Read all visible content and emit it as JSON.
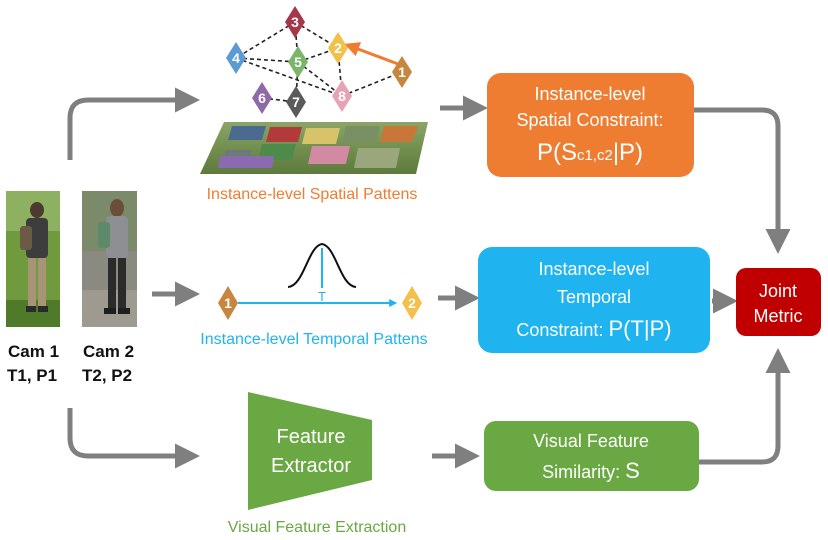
{
  "cameras": {
    "cam1": {
      "line1": "Cam 1",
      "line2": "T1, P1"
    },
    "cam2": {
      "line1": "Cam 2",
      "line2": "T2, P2"
    }
  },
  "spatial": {
    "caption": "Instance-level Spatial Pattens",
    "box_line1": "Instance-level",
    "box_line2": "Spatial Constraint:",
    "box_formula_main": "P(S",
    "box_formula_sub": "c1,c2",
    "box_formula_end": "|P)",
    "nodes": [
      "1",
      "2",
      "3",
      "4",
      "5",
      "6",
      "7",
      "8"
    ]
  },
  "temporal": {
    "caption": "Instance-level Temporal Pattens",
    "curve_label": "T",
    "node_start": "1",
    "node_end": "2",
    "box_line1": "Instance-level",
    "box_line2": "Temporal",
    "box_line3_prefix": "Constraint: ",
    "box_line3_formula": "P(T|P)"
  },
  "visual": {
    "extractor_line1": "Feature",
    "extractor_line2": "Extractor",
    "caption": "Visual Feature Extraction",
    "box_line1": "Visual Feature",
    "box_line2_prefix": "Similarity: ",
    "box_line2_symbol": "S"
  },
  "joint": {
    "line1": "Joint",
    "line2": "Metric"
  },
  "colors": {
    "spatial": "#ee7d31",
    "temporal": "#1fb4ef",
    "visual": "#6aa843",
    "joint": "#c00000",
    "arrow": "#7f7f7f"
  }
}
